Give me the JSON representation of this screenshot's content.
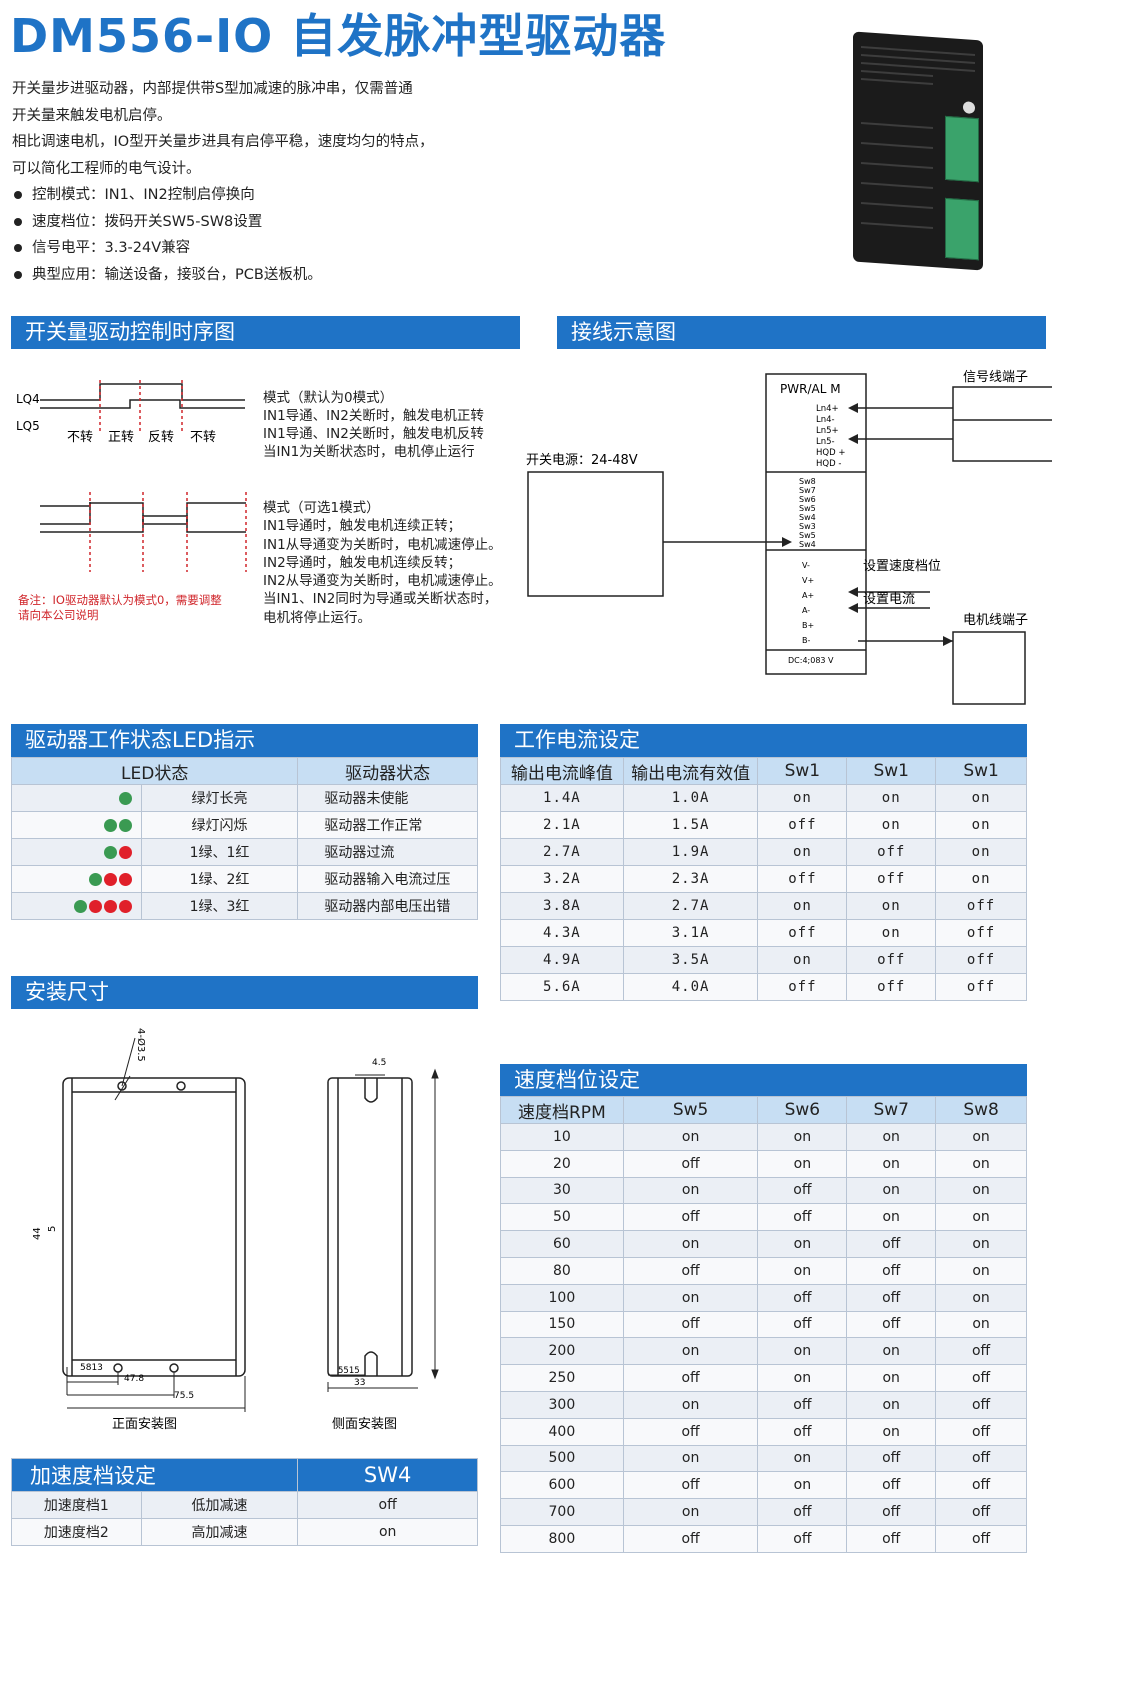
{
  "title": "DM556-IO 自发脉冲型驱动器",
  "intro": {
    "lines": [
      "开关量步进驱动器，内部提供带S型加减速的脉冲串，仅需普通",
      "开关量来触发电机启停。",
      "相比调速电机，IO型开关量步进具有启停平稳，速度均匀的特点，",
      "可以简化工程师的电气设计。"
    ],
    "bullets": [
      "控制模式：IN1、IN2控制启停换向",
      "速度档位：拨码开关SW5-SW8设置",
      "信号电平：3.3-24V兼容",
      "典型应用：输送设备，接驳台，PCB送板机。"
    ]
  },
  "timing": {
    "header": "开关量驱动控制时序图",
    "lq4": "LQ4",
    "lq5": "LQ5",
    "states": [
      "不转",
      "正转",
      "反转",
      "不转"
    ],
    "mode0": [
      "模式（默认为0模式）",
      "IN1导通、IN2关断时，触发电机正转",
      "IN1导通、IN2关断时，触发电机反转",
      "当IN1为关断状态时，电机停止运行"
    ],
    "mode1": [
      "模式（可选1模式）",
      "IN1导通时，触发电机连续正转；",
      "IN1从导通变为关断时，电机减速停止。",
      "IN2导通时，触发电机连续反转；",
      "IN2从导通变为关断时，电机减速停止。",
      "当IN1、IN2同时为导通或关断状态时，",
      "电机将停止运行。"
    ],
    "note": [
      "备注：IO驱动器默认为模式0，需要调整",
      "请向本公司说明"
    ]
  },
  "wiring": {
    "header": "接线示意图",
    "power_label": "开关电源：24-48V",
    "signal_label": "信号线端子",
    "motor_label": "电机线端子",
    "speed_label": "设置速度档位",
    "current_label": "设置电流",
    "block_title": "PWR/AL M",
    "pins_top": [
      "Ln4+",
      "Ln4-",
      "Ln5+",
      "Ln5-",
      "HQD +",
      "HQD -"
    ],
    "pins_sw": [
      "Sw8",
      "Sw7",
      "Sw6",
      "Sw5",
      "Sw4",
      "Sw3",
      "Sw5",
      "Sw4"
    ],
    "pins_pwr": [
      "V-",
      "V+",
      "A+",
      "A-",
      "B+",
      "B-"
    ],
    "block_footer": "DC:4;083 V"
  },
  "led": {
    "header": "驱动器工作状态LED指示",
    "col1": "LED状态",
    "col2": "驱动器状态",
    "colors": {
      "green": "#3a9a52",
      "red": "#e0202a"
    },
    "rows": [
      {
        "leds": [
          "green"
        ],
        "desc": "绿灯长亮",
        "state": "驱动器未使能"
      },
      {
        "leds": [
          "green",
          "green"
        ],
        "desc": "绿灯闪烁",
        "state": "驱动器工作正常"
      },
      {
        "leds": [
          "green",
          "red"
        ],
        "desc": "1绿、1红",
        "state": "驱动器过流"
      },
      {
        "leds": [
          "green",
          "red",
          "red"
        ],
        "desc": "1绿、2红",
        "state": "驱动器输入电流过压"
      },
      {
        "leds": [
          "green",
          "red",
          "red",
          "red"
        ],
        "desc": "1绿、3红",
        "state": "驱动器内部电压出错"
      }
    ]
  },
  "current": {
    "header": "工作电流设定",
    "columns": [
      "输出电流峰值",
      "输出电流有效值",
      "Sw1",
      "Sw1",
      "Sw1"
    ],
    "rows": [
      [
        "1.4A",
        "1.0A",
        "on",
        "on",
        "on"
      ],
      [
        "2.1A",
        "1.5A",
        "off",
        "on",
        "on"
      ],
      [
        "2.7A",
        "1.9A",
        "on",
        "off",
        "on"
      ],
      [
        "3.2A",
        "2.3A",
        "off",
        "off",
        "on"
      ],
      [
        "3.8A",
        "2.7A",
        "on",
        "on",
        "off"
      ],
      [
        "4.3A",
        "3.1A",
        "off",
        "on",
        "off"
      ],
      [
        "4.9A",
        "3.5A",
        "on",
        "off",
        "off"
      ],
      [
        "5.6A",
        "4.0A",
        "off",
        "off",
        "off"
      ]
    ]
  },
  "install": {
    "header": "安装尺寸",
    "front_label": "正面安装图",
    "side_label": "侧面安装图",
    "dims": {
      "hole": "4-Ø3.5",
      "height": "44",
      "height2": "5",
      "d58": "5813",
      "d47": "47.8",
      "d75": "75.5",
      "d45": "4.5",
      "d55": "5515",
      "d33": "33"
    }
  },
  "speed": {
    "header": "速度档位设定",
    "columns": [
      "速度档RPM",
      "Sw5",
      "Sw6",
      "Sw7",
      "Sw8"
    ],
    "rows": [
      [
        "10",
        "on",
        "on",
        "on",
        "on"
      ],
      [
        "20",
        "off",
        "on",
        "on",
        "on"
      ],
      [
        "30",
        "on",
        "off",
        "on",
        "on"
      ],
      [
        "50",
        "off",
        "off",
        "on",
        "on"
      ],
      [
        "60",
        "on",
        "on",
        "off",
        "on"
      ],
      [
        "80",
        "off",
        "on",
        "off",
        "on"
      ],
      [
        "100",
        "on",
        "off",
        "off",
        "on"
      ],
      [
        "150",
        "off",
        "off",
        "off",
        "on"
      ],
      [
        "200",
        "on",
        "on",
        "on",
        "off"
      ],
      [
        "250",
        "off",
        "on",
        "on",
        "off"
      ],
      [
        "300",
        "on",
        "off",
        "on",
        "off"
      ],
      [
        "400",
        "off",
        "off",
        "on",
        "off"
      ],
      [
        "500",
        "on",
        "on",
        "off",
        "off"
      ],
      [
        "600",
        "off",
        "on",
        "off",
        "off"
      ],
      [
        "700",
        "on",
        "off",
        "off",
        "off"
      ],
      [
        "800",
        "off",
        "off",
        "off",
        "off"
      ]
    ]
  },
  "accel": {
    "header": "加速度档设定",
    "sw": "SW4",
    "rows": [
      [
        "加速度档1",
        "低加减速",
        "off"
      ],
      [
        "加速度档2",
        "高加减速",
        "on"
      ]
    ]
  }
}
